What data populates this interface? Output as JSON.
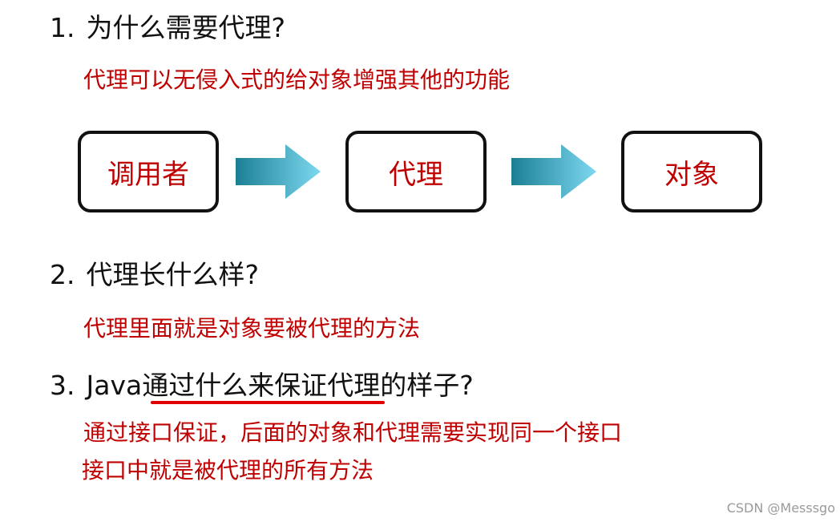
{
  "sections": [
    {
      "number": "1.",
      "title": "为什么需要代理?",
      "notes": [
        "代理可以无侵入式的给对象增强其他的功能"
      ]
    },
    {
      "number": "2.",
      "title": "代理长什么样?",
      "notes": [
        "代理里面就是对象要被代理的方法"
      ]
    },
    {
      "number": "3.",
      "title": "Java通过什么来保证代理的样子?",
      "notes": [
        "通过接口保证，后面的对象和代理需要实现同一个接口",
        "接口中就是被代理的所有方法"
      ]
    }
  ],
  "flow": {
    "boxes": [
      "调用者",
      "代理",
      "对象"
    ]
  },
  "watermark": "CSDN @Messsgo",
  "colors": {
    "note_text": "#c00000",
    "heading_text": "#111111",
    "underline": "#e00000",
    "arrow_gradient": [
      "#1b7f94",
      "#7dd8ef"
    ]
  },
  "icons": [
    "arrow-right-icon",
    "arrow-right-icon"
  ]
}
